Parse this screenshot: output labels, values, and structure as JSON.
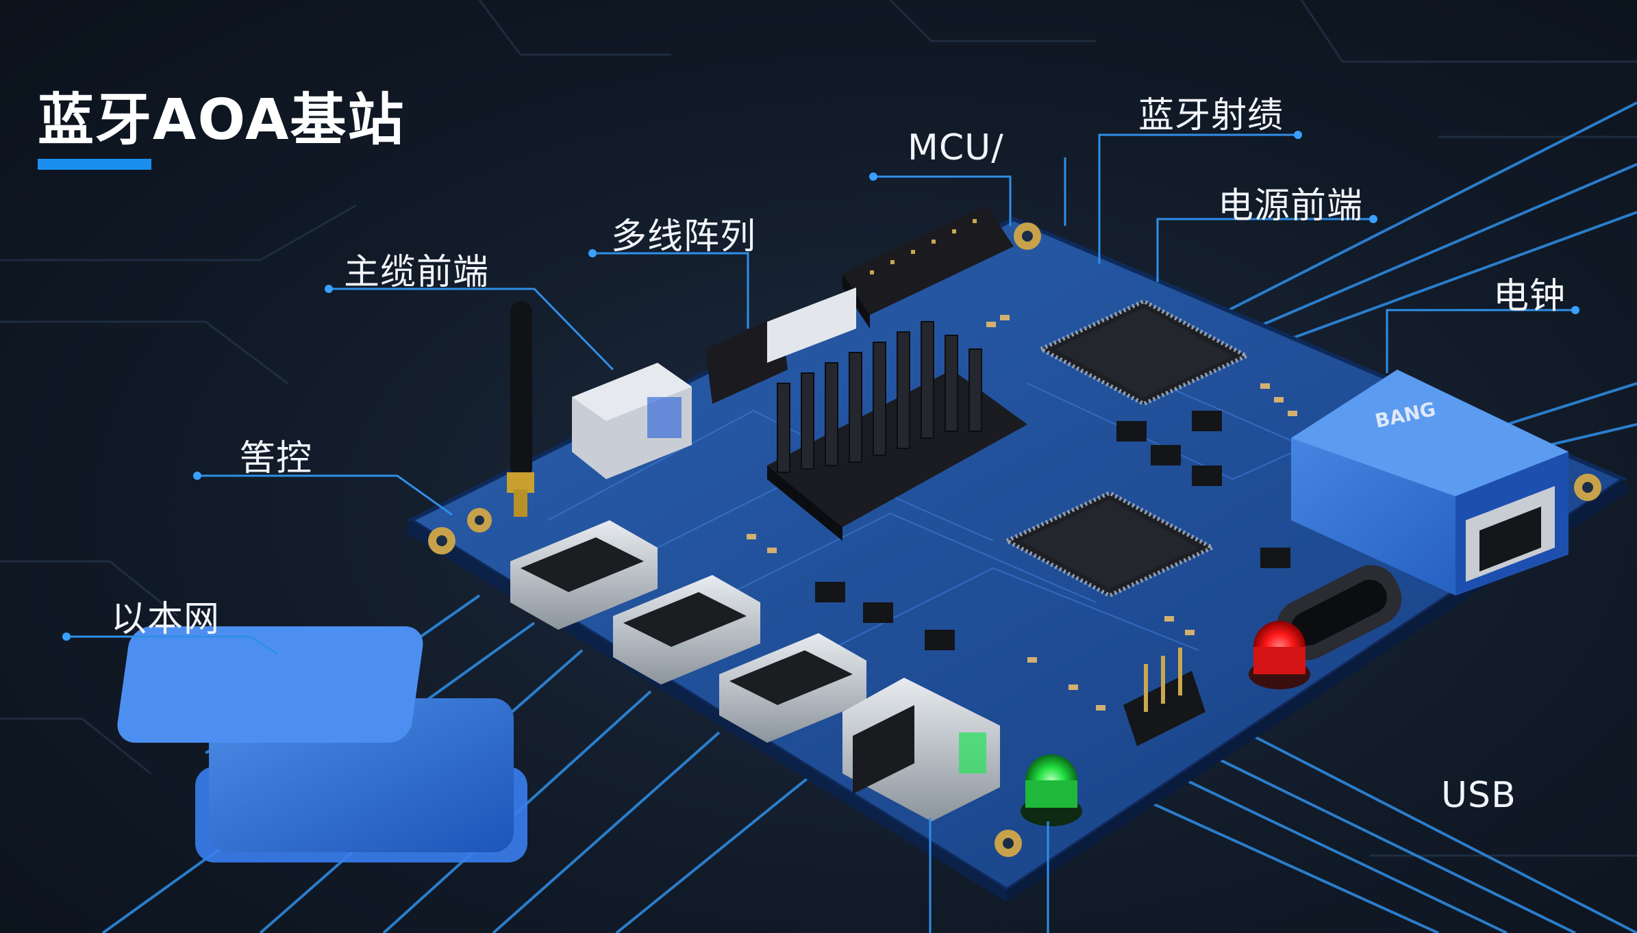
{
  "title": "蓝牙AOA基站",
  "labels": {
    "mcu": "MCU/",
    "ble_rf": "蓝牙射绩",
    "power_fe": "电源前端",
    "multi_array": "多线阵列",
    "main_fe": "主缆前端",
    "clock": "电钟",
    "control": "筈控",
    "ethernet": "以本网",
    "usb": "USB"
  },
  "board_logo_text": "BANG",
  "colors": {
    "accent": "#1a8ff0",
    "pcb": "#1f4f9a",
    "led_red": "#ff2020",
    "led_green": "#22e040"
  }
}
